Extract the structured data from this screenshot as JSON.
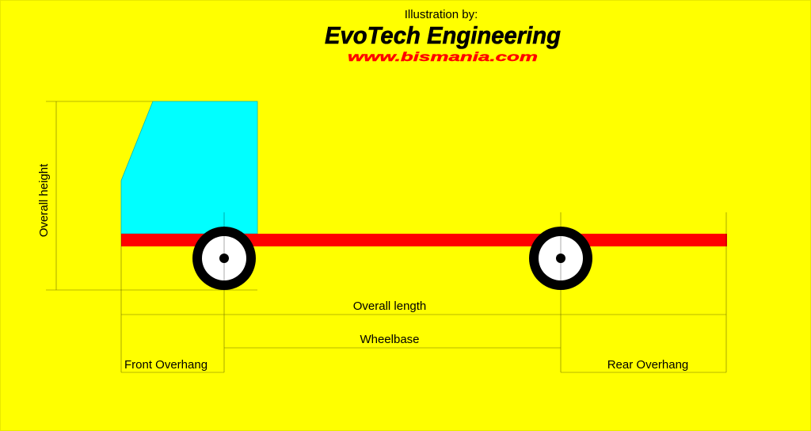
{
  "credit": {
    "intro": "Illustration by:",
    "company": "EvoTech Engineering",
    "website": "www.bismania.com"
  },
  "dimensions": {
    "overall_height": "Overall height",
    "overall_length": "Overall length",
    "wheelbase": "Wheelbase",
    "front_overhang": "Front Overhang",
    "rear_overhang": "Rear Overhang"
  },
  "colors": {
    "background": "#ffff00",
    "cab": "#00ffff",
    "chassis": "#ff0000",
    "tire": "#000000",
    "hub": "#ffffff",
    "website_text": "#ff0000"
  }
}
